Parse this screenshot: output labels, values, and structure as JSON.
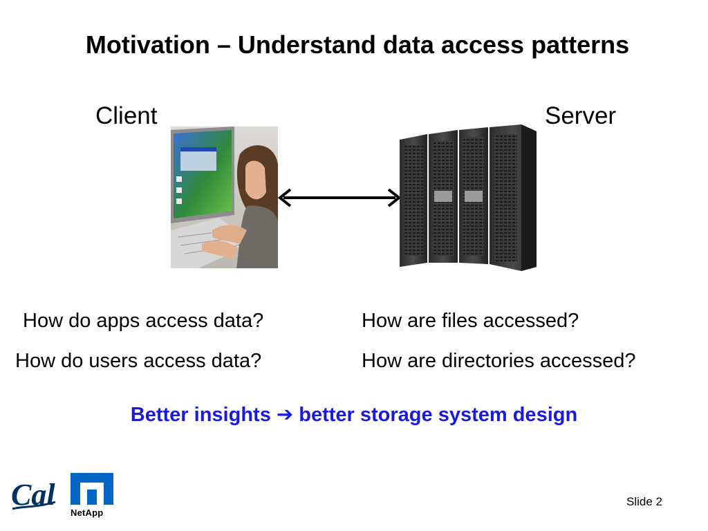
{
  "slide": {
    "title": "Motivation – Understand data access patterns",
    "client_label": "Client",
    "server_label": "Server",
    "questions": {
      "client": [
        "How do apps access data?",
        "How do users access data?"
      ],
      "server": [
        "How are files accessed?",
        "How are directories accessed?"
      ]
    },
    "insight": {
      "before": "Better insights",
      "arrow": "➔",
      "after": "better storage system design"
    },
    "slide_number": "Slide 2"
  },
  "logos": {
    "cal_text": "Cal",
    "netapp_text": "NetApp"
  },
  "colors": {
    "insight": "#1a1adc",
    "cal_blue": "#003262",
    "netapp_blue": "#0067c5"
  },
  "icons": {
    "client_image": "person-at-computer",
    "server_image": "server-rack-cabinets",
    "connection": "double-headed-arrow"
  }
}
